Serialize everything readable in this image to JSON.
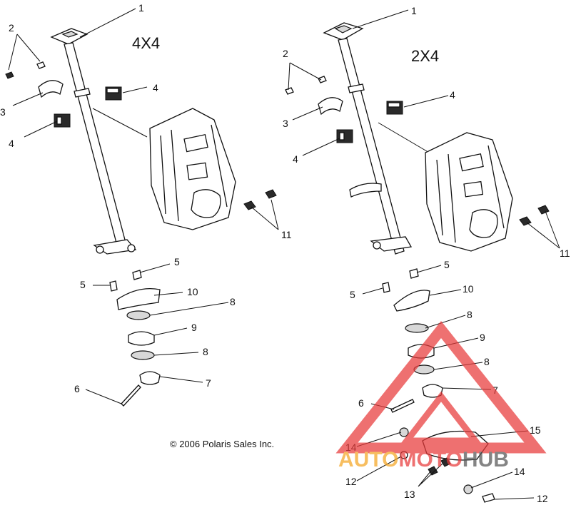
{
  "titles": {
    "left": "4X4",
    "right": "2X4"
  },
  "copyright": "© 2006 Polaris Sales Inc.",
  "watermark": {
    "part1": "AUTO",
    "part2": "MOTO",
    "part3": "HUB",
    "color_orange": "#f5a623",
    "color_red": "#e83a3a",
    "color_grey": "#555555"
  },
  "left_callouts": {
    "c1": "1",
    "c2": "2",
    "c3": "3",
    "c4a": "4",
    "c4b": "4",
    "c11": "11",
    "c5a": "5",
    "c5b": "5",
    "c10": "10",
    "c8a": "8",
    "c9": "9",
    "c8b": "8",
    "c7": "7",
    "c6": "6"
  },
  "right_callouts": {
    "c1": "1",
    "c2": "2",
    "c3": "3",
    "c4a": "4",
    "c4b": "4",
    "c11": "11",
    "c5a": "5",
    "c5b": "5",
    "c10": "10",
    "c8a": "8",
    "c9": "9",
    "c8b": "8",
    "c7": "7",
    "c6": "6",
    "c14a": "14",
    "c15": "15",
    "c12a": "12",
    "c13": "13",
    "c14b": "14",
    "c12b": "12"
  }
}
